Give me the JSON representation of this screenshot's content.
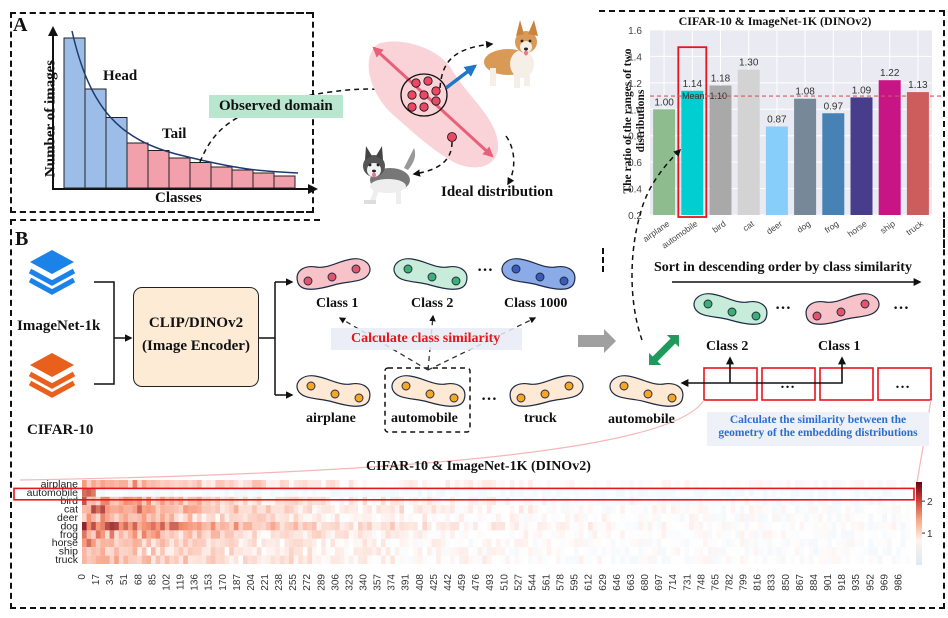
{
  "panel_a": {
    "letter": "A",
    "y_label": "Number of images",
    "x_label": "Classes",
    "head_label": "Head",
    "tail_label": "Tail",
    "observed_label": "Observed domain",
    "ideal_label": "Ideal distribution",
    "head_values": [
      1.0,
      0.66,
      0.47
    ],
    "tail_values": [
      0.3,
      0.25,
      0.2,
      0.17,
      0.14,
      0.12,
      0.1,
      0.08
    ],
    "colors": {
      "head": "#9dbde9",
      "tail": "#f2a0ab",
      "observed_bg": "#b8e6cf",
      "blob": "#f9d3d8",
      "arrow_pink": "#e8607a",
      "arrow_blue": "#1f77c8",
      "dot": "#e84a64"
    }
  },
  "panel_b": {
    "letter": "B",
    "datasets": [
      {
        "name": "ImageNet-1k",
        "color": "#1a82e8"
      },
      {
        "name": "CIFAR-10",
        "color": "#e8601c"
      }
    ],
    "encoder_line1": "CLIP/DINOv2",
    "encoder_line2": "(Image Encoder)",
    "imagenet_classes": [
      {
        "label": "Class 1",
        "fill": "#f7c3c9",
        "dot": "#e2546b"
      },
      {
        "label": "Class 2",
        "fill": "#c7ecd9",
        "dot": "#3fae73"
      },
      {
        "label": "Class 1000",
        "fill": "#8aaae8",
        "dot": "#3a5bb8"
      }
    ],
    "cifar_classes": [
      "airplane",
      "automobile",
      "truck"
    ],
    "ellipsis": "…",
    "calc_similarity": "Calculate class similarity",
    "sort_label": "Sort in descending order by class similarity",
    "sorted_classes": [
      "Class 2",
      "Class 1"
    ],
    "query_class": "automobile",
    "geometry_note_line1": "Calculate the similarity between the",
    "geometry_note_line2": "geometry of the embedding distributions",
    "colors": {
      "cifar_fill": "#fde9d4",
      "cifar_dot": "#f5a623",
      "calc_text": "#e8141e",
      "note_text": "#2a6fd0",
      "note_bg": "#eef1f8",
      "green_arrow": "#1f9a5c"
    }
  },
  "chart_data": [
    {
      "type": "bar",
      "title": "CIFAR-10 & ImageNet-1K (DINOv2)",
      "xlabel": "",
      "ylabel": "The ratio of the ranges of two distributions",
      "categories": [
        "airplane",
        "automobile",
        "bird",
        "cat",
        "deer",
        "dog",
        "frog",
        "horse",
        "ship",
        "truck"
      ],
      "values": [
        1.0,
        1.14,
        1.18,
        1.3,
        0.87,
        1.08,
        0.97,
        1.09,
        1.22,
        1.13
      ],
      "data_labels": [
        "1.00",
        "1.14",
        "1.18",
        "1.30",
        "0.87",
        "1.08",
        "0.97",
        "1.09",
        "1.22",
        "1.13"
      ],
      "colors": [
        "#8fbc8f",
        "#00ced1",
        "#a9a9a9",
        "#d3d3d3",
        "#87cefa",
        "#778899",
        "#4682b4",
        "#483d8b",
        "#c71585",
        "#cd5c5c"
      ],
      "ylim": [
        0.2,
        1.6
      ],
      "yticks": [
        "0.2",
        "0.4",
        "0.6",
        "0.8",
        "1.0",
        "1.2",
        "1.4",
        "1.6"
      ],
      "mean_value": 1.1,
      "mean_label": "Mean: 1.10",
      "highlight": "automobile",
      "grid": true
    },
    {
      "type": "heatmap",
      "title": "CIFAR-10 & ImageNet-1K (DINOv2)",
      "rows": [
        "airplane",
        "automobile",
        "bird",
        "cat",
        "deer",
        "dog",
        "frog",
        "horse",
        "ship",
        "truck"
      ],
      "x_ticks": [
        "0",
        "17",
        "34",
        "51",
        "68",
        "85",
        "102",
        "119",
        "136",
        "153",
        "170",
        "187",
        "204",
        "221",
        "238",
        "255",
        "272",
        "289",
        "306",
        "323",
        "340",
        "357",
        "374",
        "391",
        "408",
        "425",
        "442",
        "459",
        "476",
        "493",
        "510",
        "527",
        "544",
        "561",
        "578",
        "595",
        "612",
        "629",
        "646",
        "663",
        "680",
        "697",
        "714",
        "731",
        "748",
        "765",
        "782",
        "799",
        "816",
        "833",
        "850",
        "867",
        "884",
        "901",
        "918",
        "935",
        "952",
        "969",
        "986"
      ],
      "n_columns": 1000,
      "colorbar_ticks": [
        "1",
        "2"
      ],
      "colorbar_range": [
        0,
        2.6
      ],
      "highlight_row": "automobile",
      "row_intensity": [
        0.55,
        0.35,
        0.6,
        0.7,
        0.55,
        0.95,
        0.6,
        0.5,
        0.4,
        0.45
      ]
    }
  ]
}
